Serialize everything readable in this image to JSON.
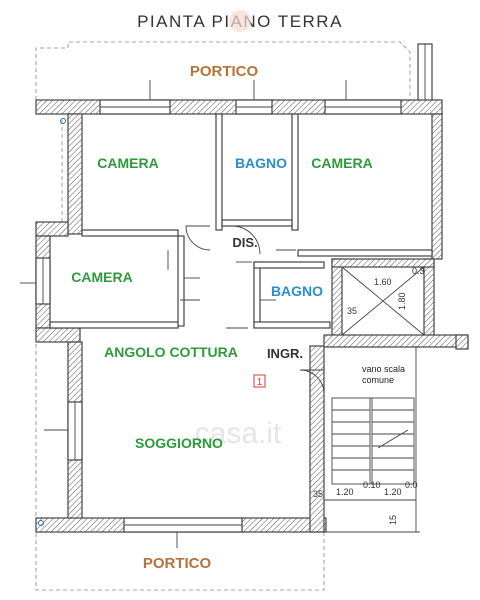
{
  "plan": {
    "title": "PIANTA PIANO TERRA",
    "rooms": {
      "portico_top": "PORTICO",
      "camera_left": "CAMERA",
      "bagno_top": "BAGNO",
      "camera_right": "CAMERA",
      "dis": "DIS.",
      "camera_mid": "CAMERA",
      "bagno_mid": "BAGNO",
      "angolo_cottura": "ANGOLO COTTURA",
      "ingr": "INGR.",
      "soggiorno": "SOGGIORNO",
      "portico_bottom": "PORTICO"
    },
    "stair_note_line1": "vano scala",
    "stair_note_line2": "comune",
    "unit_number": "1",
    "dimensions": {
      "lift_width": "1.60",
      "lift_depth": "1.80",
      "lift_side": "35",
      "lift_top": "0.3",
      "stair_run_left": "1.20",
      "stair_gap": "0.10",
      "stair_run_right": "1.20",
      "stair_edge_left": "35",
      "stair_edge_right": "0.0",
      "stair_bottom": "15"
    },
    "watermark": "casa.it",
    "colors": {
      "room_green": "#2e9a3c",
      "room_blue": "#2a8fc7",
      "portico_brown": "#b5733a",
      "unit_red": "#d43a3a"
    }
  }
}
